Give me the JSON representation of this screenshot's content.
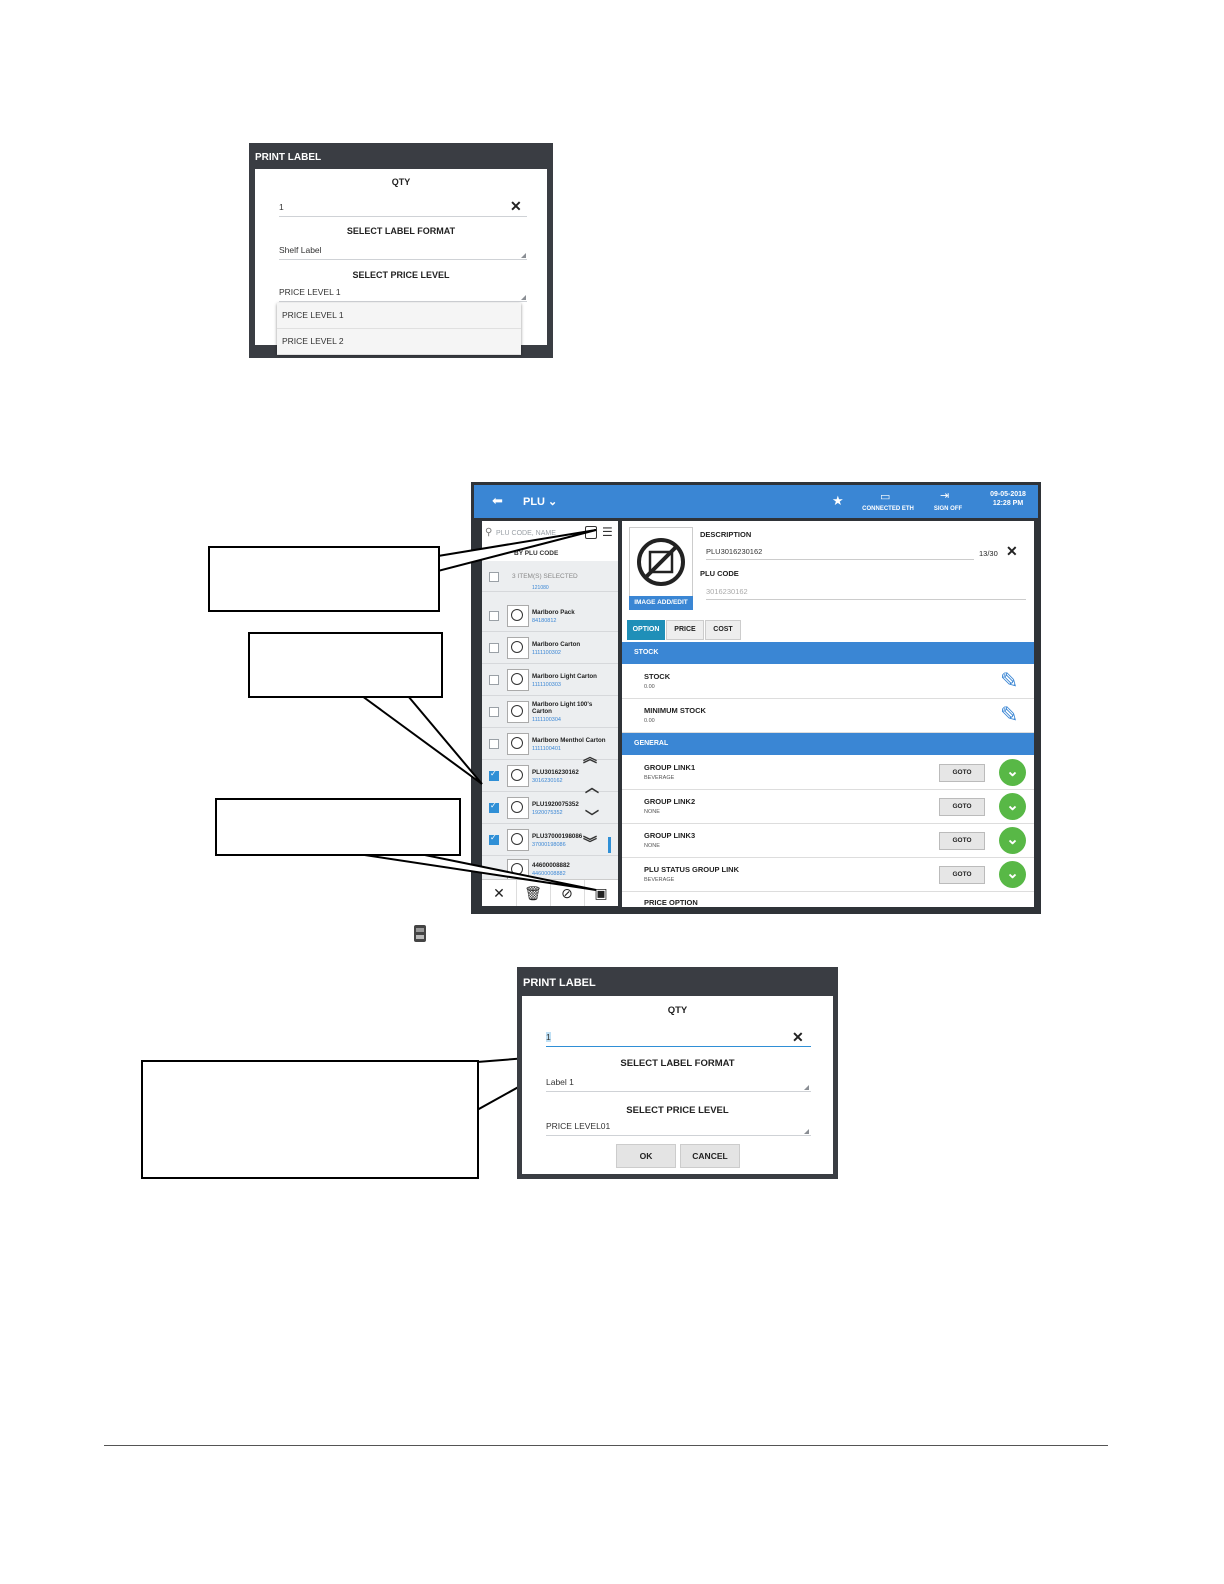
{
  "print_label_1": {
    "title": "PRINT LABEL",
    "qty_label": "QTY",
    "qty_value": "1",
    "label_format_label": "SELECT LABEL FORMAT",
    "label_format_value": "Shelf Label",
    "price_level_label": "SELECT PRICE LEVEL",
    "price_level_value": "PRICE LEVEL 1",
    "dropdown_options": [
      "PRICE LEVEL 1",
      "PRICE LEVEL 2"
    ]
  },
  "pos": {
    "header": {
      "title": "PLU",
      "connected": "CONNECTED ETH",
      "sign_off": "SIGN OFF",
      "date": "09-05-2018",
      "time": "12:28 PM"
    },
    "search_placeholder": "PLU CODE, NAME",
    "sort_label": "BY PLU CODE",
    "selected_text": "3 ITEM(S) SELECTED",
    "partial_code": "121080",
    "items": [
      {
        "name": "Marlboro Pack",
        "code": "84180812",
        "checked": false
      },
      {
        "name": "Marlboro Carton",
        "code": "1111100302",
        "checked": false
      },
      {
        "name": "Marlboro Light Carton",
        "code": "1111100303",
        "checked": false
      },
      {
        "name": "Marlboro Light 100's Carton",
        "code": "1111100304",
        "checked": false
      },
      {
        "name": "Marlboro Menthol Carton",
        "code": "1111100401",
        "checked": false
      },
      {
        "name": "PLU3016230162",
        "code": "3016230162",
        "checked": true
      },
      {
        "name": "PLU1920075352",
        "code": "1920075352",
        "checked": true
      },
      {
        "name": "PLU37000198086",
        "code": "37000198086",
        "checked": true
      },
      {
        "name": "44600008882",
        "code": "44600008882",
        "checked": false
      }
    ],
    "detail": {
      "description_label": "DESCRIPTION",
      "description_value": "PLU3016230162",
      "char_count": "13/30",
      "plu_code_label": "PLU CODE",
      "plu_code_value": "3016230162",
      "image_button": "IMAGE ADD/EDIT",
      "tabs": [
        "OPTION",
        "PRICE",
        "COST"
      ],
      "stock_section": "STOCK",
      "stock_items": [
        {
          "name": "STOCK",
          "value": "0.00"
        },
        {
          "name": "MINIMUM STOCK",
          "value": "0.00"
        }
      ],
      "general_section": "GENERAL",
      "general_items": [
        {
          "name": "GROUP LINK1",
          "value": "BEVERAGE"
        },
        {
          "name": "GROUP LINK2",
          "value": "NONE"
        },
        {
          "name": "GROUP LINK3",
          "value": "NONE"
        },
        {
          "name": "PLU STATUS GROUP LINK",
          "value": "BEVERAGE"
        }
      ],
      "goto_label": "GOTO",
      "price_option": "PRICE OPTION"
    }
  },
  "print_label_2": {
    "title": "PRINT LABEL",
    "qty_label": "QTY",
    "qty_value": "1",
    "label_format_label": "SELECT LABEL FORMAT",
    "label_format_value": "Label 1",
    "price_level_label": "SELECT PRICE LEVEL",
    "price_level_value": "PRICE LEVEL01",
    "ok": "OK",
    "cancel": "CANCEL"
  },
  "colors": {
    "header_blue": "#3a86d4",
    "dialog_dark": "#3a3d43",
    "green_check": "#58b846",
    "tab_active": "#1f8fb8"
  }
}
